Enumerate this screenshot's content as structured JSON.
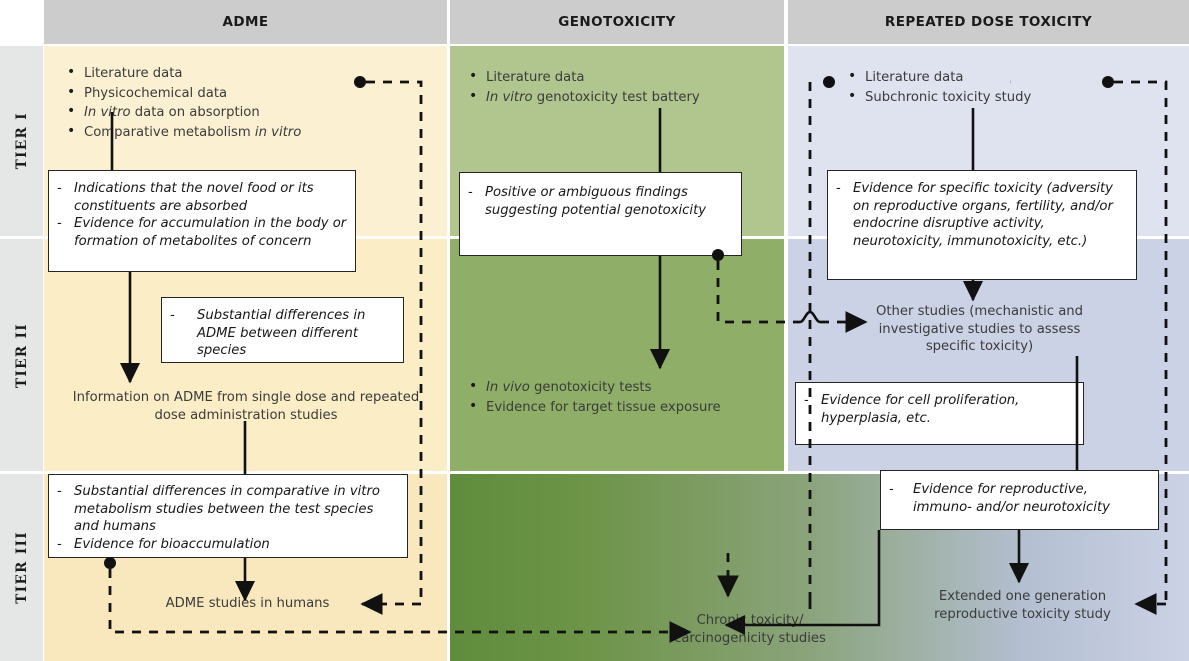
{
  "columns": [
    {
      "id": "adme",
      "label": "ADME"
    },
    {
      "id": "genotoxicity",
      "label": "GENOTOXICITY"
    },
    {
      "id": "repeated_dose",
      "label": "REPEATED DOSE TOXICITY"
    }
  ],
  "tiers": [
    {
      "id": "tier1",
      "label": "TIER I"
    },
    {
      "id": "tier2",
      "label": "TIER II"
    },
    {
      "id": "tier3",
      "label": "TIER III"
    }
  ],
  "adme": {
    "tier1_inputs": [
      {
        "lead": "",
        "text": "Literature data"
      },
      {
        "lead": "",
        "text": "Physicochemical data"
      },
      {
        "lead": "In vitro",
        "text": " data on absorption"
      },
      {
        "lead": "",
        "text": "Comparative metabolism ",
        "tail": "in vitro"
      }
    ],
    "tier1_box": [
      "Indications that the novel food or its constituents are absorbed",
      "Evidence for accumulation in the body or formation of metabolites of concern"
    ],
    "tier2_box": [
      "Substantial differences in ADME between different species"
    ],
    "tier2_node": "Information on ADME from single dose and repeated dose administration studies",
    "tier3_box": [
      "Substantial differences in comparative in vitro metabolism studies between the test species and humans",
      "Evidence for bioaccumulation"
    ],
    "tier3_node": "ADME studies in humans"
  },
  "genotoxicity": {
    "tier1_inputs": [
      {
        "lead": "",
        "text": "Literature data"
      },
      {
        "lead": "In vitro",
        "text": " genotoxicity test battery"
      }
    ],
    "tier1_box": [
      "Positive or ambiguous findings suggesting potential genotoxicity"
    ],
    "tier2_inputs": [
      {
        "lead": "In vivo",
        "text": " genotoxicity tests"
      },
      {
        "lead": "",
        "text": "Evidence for target tissue exposure"
      }
    ],
    "tier3_node": "Chronic toxicity/ carcinogenicity studies"
  },
  "repeated_dose": {
    "tier1_inputs": [
      {
        "lead": "",
        "text": "Literature data"
      },
      {
        "lead": "",
        "text": "Subchronic toxicity study"
      }
    ],
    "tier1_box": [
      "Evidence for specific toxicity (adversity on reproductive organs, fertility, and/or endocrine disruptive activity, neurotoxicity, immunotoxicity, etc.)"
    ],
    "tier2_node": "Other studies (mechanistic and investigative studies to assess specific toxicity)",
    "tier2_box": [
      "Evidence for cell proliferation, hyperplasia, etc."
    ],
    "tier3_box": [
      "Evidence for reproductive, immuno- and/or neurotoxicity"
    ],
    "tier3_node": "Extended one generation reproductive toxicity study"
  },
  "palette": {
    "header_grey": "#cccccc",
    "tier_rail": "#e5e7e7",
    "adme_yellow": "#fbf0d2",
    "geno_green": "#b0c68e",
    "geno_green_dark": "#8faf68",
    "repeat_blue": "#dfe3ef",
    "repeat_blue_dark": "#ccd2e6",
    "line_black": "#111111"
  }
}
